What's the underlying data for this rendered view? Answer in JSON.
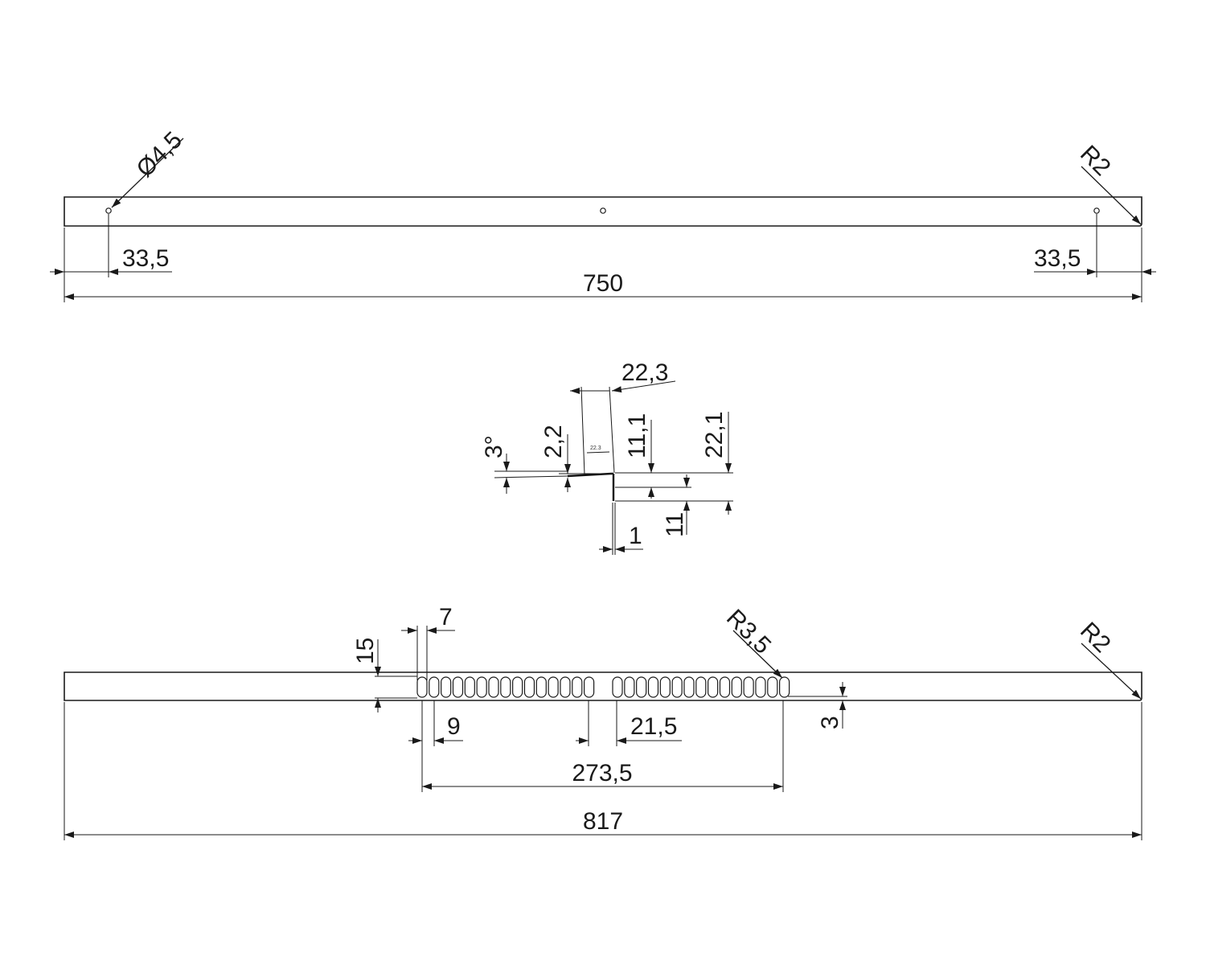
{
  "top_view": {
    "hole_diameter": "Ø4,5",
    "corner_radius": "R2",
    "left_hole_offset": "33,5",
    "right_hole_offset": "33,5",
    "overall_length": "750"
  },
  "profile": {
    "flange_width": "22,3",
    "flange_width_small": "22.3",
    "angle": "3°",
    "lip_height": "2,2",
    "upper_height": "11,1",
    "total_height": "22,1",
    "lower_height": "11",
    "thickness": "1"
  },
  "bottom_view": {
    "slot_width": "7",
    "slot_height": "15",
    "slot_radius": "R3,5",
    "corner_radius": "R2",
    "slot_edge_offset": "3",
    "slot_pitch": "9",
    "group_gap": "21,5",
    "slot_field_length": "273,5",
    "overall_length": "817",
    "group_left_slot_count": 15,
    "group_right_slot_count": 15
  }
}
